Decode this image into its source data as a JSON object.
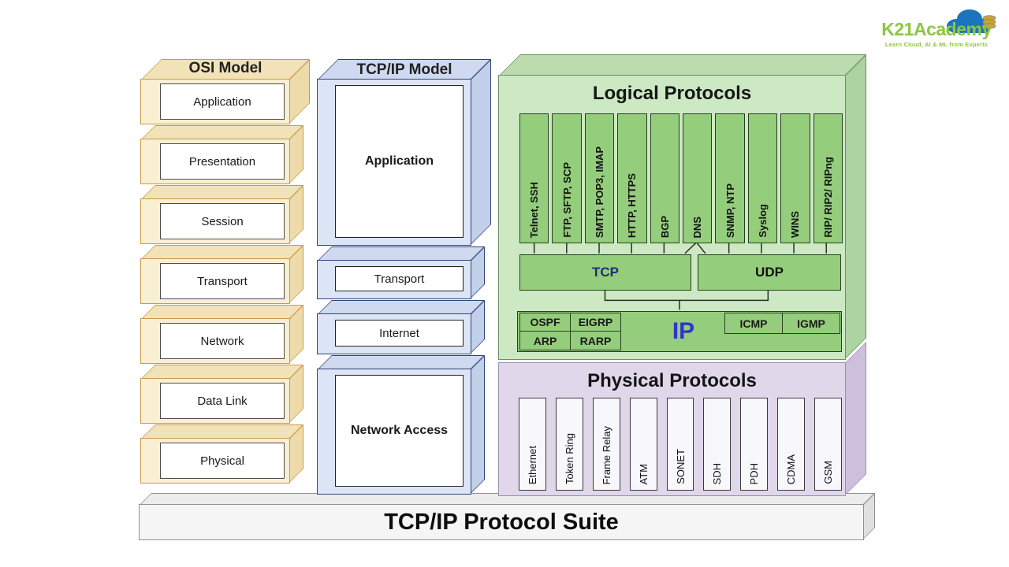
{
  "brand": {
    "name": "K21Academy",
    "tagline": "Learn Cloud, AI & ML from Experts"
  },
  "footer": {
    "title": "TCP/IP Protocol Suite"
  },
  "osi": {
    "title": "OSI Model",
    "layers": [
      "Application",
      "Presentation",
      "Session",
      "Transport",
      "Network",
      "Data Link",
      "Physical"
    ]
  },
  "tcpip": {
    "title": "TCP/IP Model",
    "layers": [
      "Application",
      "Transport",
      "Internet",
      "Network Access"
    ]
  },
  "logical": {
    "title": "Logical Protocols",
    "app_protocols": [
      "Telnet, SSH",
      "FTP, SFTP, SCP",
      "SMTP, POP3, IMAP",
      "HTTP, HTTPS",
      "BGP",
      "DNS",
      "SNMP, NTP",
      "Syslog",
      "WINS",
      "RIP/ RIP2/ RIPng"
    ],
    "transport": [
      "TCP",
      "UDP"
    ],
    "ip": {
      "label": "IP",
      "left_top": [
        "OSPF",
        "EIGRP"
      ],
      "left_bottom": [
        "ARP",
        "RARP"
      ],
      "right": [
        "ICMP",
        "IGMP"
      ]
    }
  },
  "physical": {
    "title": "Physical Protocols",
    "protocols": [
      "Ethernet",
      "Token Ring",
      "Frame Relay",
      "ATM",
      "SONET",
      "SDH",
      "PDH",
      "CDMA",
      "GSM"
    ]
  },
  "colors": {
    "osi_fill": "#f9efd2",
    "osi_border": "#c79a4a",
    "tcpip_fill": "#dbe5f5",
    "tcpip_border": "#2f4377",
    "logical_bg": "#cde9c3",
    "logical_bar": "#94cd7c",
    "logical_bar_border": "#26401c",
    "tcp_text": "#1f2d7e",
    "ip_text": "#3333cc",
    "physical_bg": "#e0d7ea",
    "physical_bar": "#f8f7fb",
    "footer_bg": "#f5f5f5",
    "brand_green": "#8dc63f",
    "brand_blue": "#1c75bc"
  }
}
